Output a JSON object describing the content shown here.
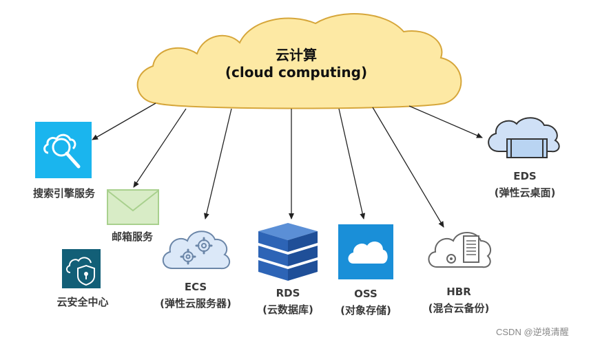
{
  "main_cloud": {
    "title_cn": "云计算",
    "title_en": "(cloud computing)"
  },
  "services": {
    "search": {
      "label": "搜索引擎服务",
      "color": "#1ab5ee"
    },
    "mail": {
      "label": "邮箱服务"
    },
    "security": {
      "label": "云安全中心"
    },
    "ecs": {
      "name": "ECS",
      "desc": "(弹性云服务器)"
    },
    "rds": {
      "name": "RDS",
      "desc": "(云数据库)"
    },
    "oss": {
      "name": "OSS",
      "desc": "(对象存储)"
    },
    "hbr": {
      "name": "HBR",
      "desc": "(混合云备份)"
    },
    "eds": {
      "name": "EDS",
      "desc": "(弹性云桌面)"
    }
  },
  "watermark": "CSDN @逆境清醒",
  "colors": {
    "cloud_fill": "#fde9a4",
    "cloud_stroke": "#d6a63a",
    "oss_blue": "#1a8fd8",
    "rds_blue": "#2d64b6",
    "security_teal": "#125f77",
    "mail_green": "#a8d08d"
  }
}
